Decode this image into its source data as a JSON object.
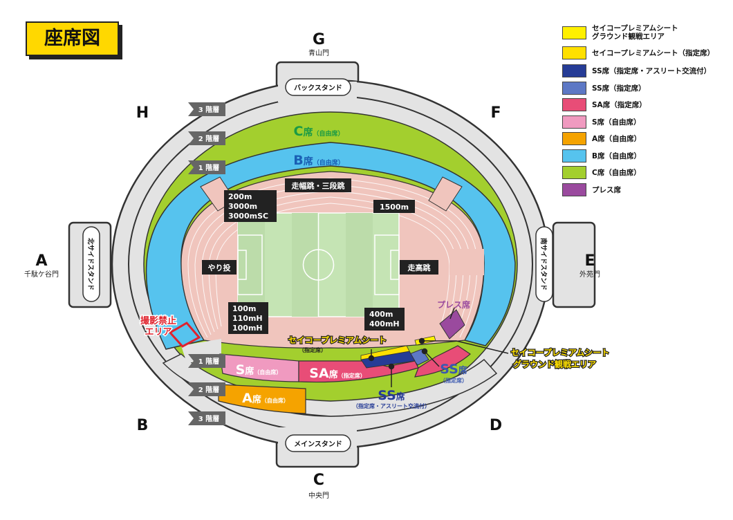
{
  "title": "座席図",
  "gates": {
    "G": {
      "letter": "G",
      "name": "青山門"
    },
    "A": {
      "letter": "A",
      "name": "千駄ケ谷門"
    },
    "E": {
      "letter": "E",
      "name": "外苑門"
    },
    "C": {
      "letter": "C",
      "name": "中央門"
    },
    "H": {
      "letter": "H"
    },
    "F": {
      "letter": "F"
    },
    "B": {
      "letter": "B"
    },
    "D": {
      "letter": "D"
    }
  },
  "stands": {
    "back": "バックスタンド",
    "main": "メインスタンド",
    "north": "北サイドスタンド",
    "south": "南サイドスタンド"
  },
  "floors": {
    "f3": "3 階層",
    "f2": "2 階層",
    "f1": "1 階層"
  },
  "seats": {
    "c": {
      "head": "C",
      "tail": "席",
      "sub": "（自由席）"
    },
    "b": {
      "head": "B",
      "tail": "席",
      "sub": "（自由席）"
    },
    "s": {
      "head": "S",
      "tail": "席",
      "sub": "（自由席）"
    },
    "a": {
      "head": "A",
      "tail": "席",
      "sub": "（自由席）"
    },
    "sa": {
      "head": "SA",
      "tail": "席",
      "sub": "（指定席）"
    },
    "ss": {
      "head": "SS",
      "tail": "席",
      "sub": "（指定席）"
    },
    "ss_athlete": {
      "head": "SS",
      "tail": "席",
      "sub": "（指定席・アスリート交流付）"
    },
    "press": {
      "text": "プレス席"
    }
  },
  "events": {
    "jump": "走幅跳・三段跳",
    "e1500": "1500m",
    "dist": [
      "200m",
      "3000m",
      "3000mSC"
    ],
    "spear": "やり投",
    "high": "走高跳",
    "sprint": [
      "100m",
      "110mH",
      "100mH"
    ],
    "e400": [
      "400m",
      "400mH"
    ]
  },
  "callouts": {
    "no_photo": [
      "撮影禁止",
      "エリア"
    ],
    "seiko_reserved": "セイコープレミアムシート",
    "seiko_reserved_sub": "（指定席）",
    "seiko_ground": [
      "セイコープレミアムシート",
      "グラウンド観戦エリア"
    ]
  },
  "legend": [
    {
      "label": "セイコープレミアムシート",
      "label2": "グラウンド観戦エリア",
      "color": "#fff000"
    },
    {
      "label": "セイコープレミアムシート（指定席）",
      "color": "#ffe000"
    },
    {
      "label": "SS席（指定席・アスリート交流付）",
      "color": "#263c96"
    },
    {
      "label": "SS席（指定席）",
      "color": "#5d78c5"
    },
    {
      "label": "SA席（指定席）",
      "color": "#e84d77"
    },
    {
      "label": "S席（自由席）",
      "color": "#f09ac0"
    },
    {
      "label": "A席（自由席）",
      "color": "#f5a300"
    },
    {
      "label": "B席（自由席）",
      "color": "#56c3ee"
    },
    {
      "label": "C席（自由席）",
      "color": "#a3cf2e"
    },
    {
      "label": "プレス席",
      "color": "#9a4a9e"
    }
  ],
  "colors": {
    "outer_ring": "#e3e3e3",
    "track": "#f0c5bd",
    "field": "#c5e4b4",
    "c_seat": "#a3cf2e",
    "b_seat": "#56c3ee",
    "s_seat": "#f09ac0",
    "sa_seat": "#e84d77",
    "a_seat": "#f5a300",
    "ss_seat": "#5d78c5",
    "ss_athlete": "#263c96",
    "press": "#9a4a9e",
    "seiko": "#ffe000",
    "no_photo": "#e0222c"
  }
}
